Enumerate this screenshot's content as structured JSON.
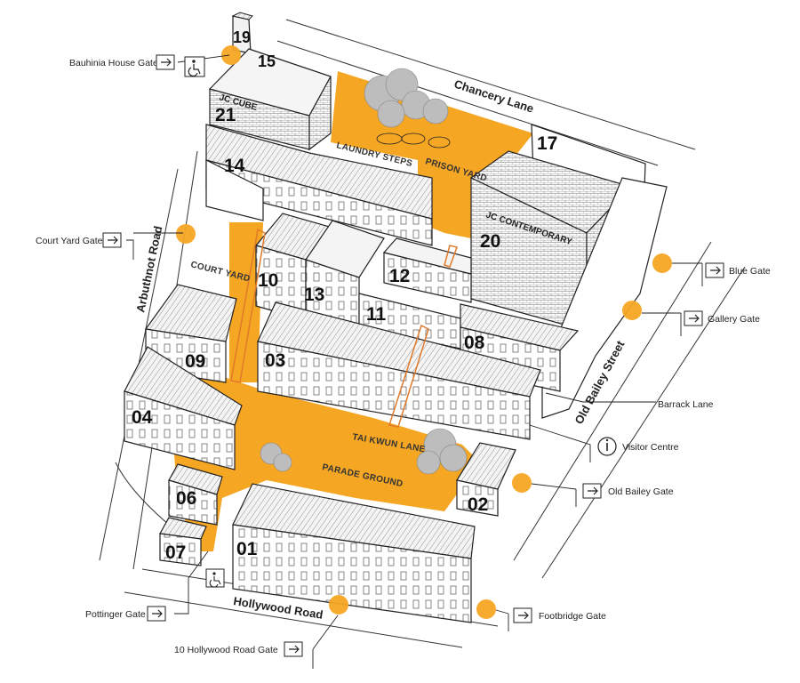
{
  "streets": {
    "chancery_lane": "Chancery Lane",
    "arbuthnot_road": "Arbuthnot Road",
    "old_bailey_street": "Old Bailey Street",
    "hollywood_road": "Hollywood Road"
  },
  "areas": {
    "laundry_steps": "LAUNDRY STEPS",
    "prison_yard": "PRISON YARD",
    "court_yard": "COURT YARD",
    "parade_ground": "PARADE GROUND",
    "tai_kwun_lane": "TAI KWUN LANE"
  },
  "building_names": {
    "jc_cube": "JC CUBE",
    "jc_contemporary": "JC CONTEMPORARY"
  },
  "buildings": {
    "b19": "19",
    "b15": "15",
    "b21": "21",
    "b14": "14",
    "b17": "17",
    "b20": "20",
    "b10": "10",
    "b13": "13",
    "b12": "12",
    "b11": "11",
    "b08": "08",
    "b09": "09",
    "b03": "03",
    "b04": "04",
    "b06": "06",
    "b07": "07",
    "b01": "01",
    "b02": "02"
  },
  "gates": {
    "bauhinia_house_gate": "Bauhinia House Gate",
    "court_yard_gate": "Court Yard Gate",
    "blue_gate": "Blue Gate",
    "gallery_gate": "Gallery Gate",
    "barrack_lane": "Barrack Lane",
    "visitor_centre": "Visitor Centre",
    "old_bailey_gate": "Old Bailey Gate",
    "footbridge_gate": "Footbridge Gate",
    "pottinger_gate": "Pottinger Gate",
    "hollywood_road_gate": "10 Hollywood Road Gate"
  },
  "icons": {
    "entrance": "entrance-arrow-icon",
    "accessible": "wheelchair-icon",
    "info": "info-icon"
  },
  "colors": {
    "accent": "#f5a623",
    "outline": "#222222"
  }
}
